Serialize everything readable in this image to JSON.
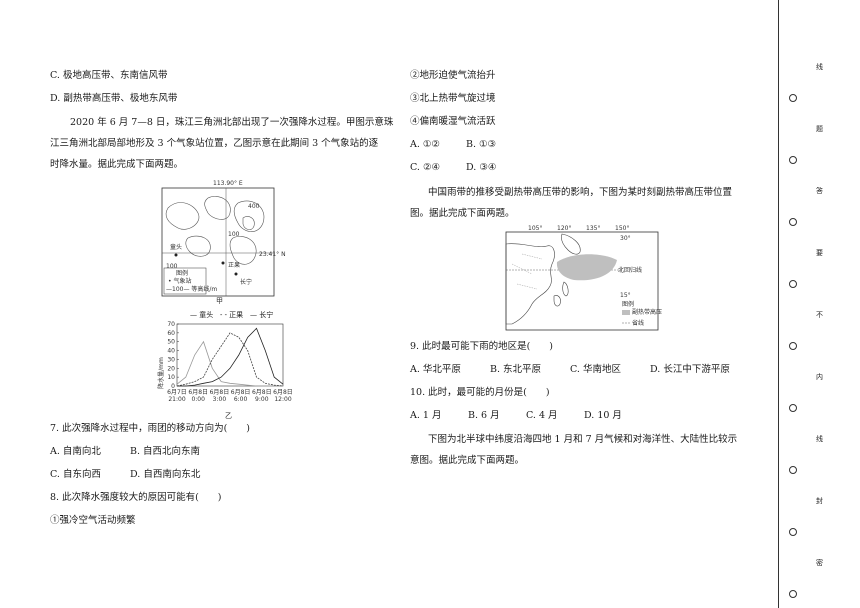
{
  "left": {
    "opt_c": "C. 极地高压带、东南信风带",
    "opt_d": "D. 副热带高压带、极地东风带",
    "intro_l1": "2020 年 6 月 7—8 日，珠江三角洲北部出现了一次强降水过程。甲图示意珠",
    "intro_l2": "江三角洲北部局部地形及 3 个气象站位置，乙图示意在此期间 3 个气象站的逐",
    "intro_l3": "时降水量。据此完成下面两题。",
    "map_jia": {
      "lon_label": "113.90° E",
      "lat_label": "23.41° N",
      "station1": "童头",
      "station2": "正果",
      "station3": "长宁",
      "contour1": "100",
      "contour2": "100",
      "contour3": "400",
      "legend_title": "图例",
      "legend_station": "• 气象站",
      "legend_contour": "—100— 等高线/m",
      "caption": "甲"
    },
    "chart_yi": {
      "legend1": "— 童头",
      "legend2": "- - 正果",
      "legend3": "— 长宁",
      "caption": "乙"
    },
    "q7": "7. 此次强降水过程中，雨团的移动方向为(　　)",
    "q7_a": "A. 自南向北",
    "q7_b": "B. 自西北向东南",
    "q7_c": "C. 自东向西",
    "q7_d": "D. 自西南向东北",
    "q8": "8. 此次降水强度较大的原因可能有(　　)",
    "q8_1": "①强冷空气活动频繁"
  },
  "right": {
    "q8_2": "②地形迫使气流抬升",
    "q8_3": "③北上热带气旋过境",
    "q8_4": "④偏南暖湿气流活跃",
    "q8_a": "A. ①②",
    "q8_b": "B. ①③",
    "q8_c": "C. ②④",
    "q8_d": "D. ③④",
    "intro_l1": "中国雨带的推移受副热带高压带的影响，下图为某时刻副热带高压带位置",
    "intro_l2": "图。据此完成下面两题。",
    "map": {
      "lon1": "105°",
      "lon2": "120°",
      "lon3": "135°",
      "lon4": "150°",
      "lat30": "30°",
      "lat15": "15°",
      "tropic": "北回归线",
      "legend_title": "图例",
      "legend_high": "副热带高压带",
      "legend_border": "省线"
    },
    "q9": "9. 此时最可能下雨的地区是(　　)",
    "q9_a": "A. 华北平原",
    "q9_b": "B. 东北平原",
    "q9_c": "C. 华南地区",
    "q9_d": "D. 长江中下游平原",
    "q10": "10. 此时，最可能的月份是(　　)",
    "q10_a": "A. 1 月",
    "q10_b": "B. 6 月",
    "q10_c": "C. 4 月",
    "q10_d": "D. 10 月",
    "intro2_l1": "下图为北半球中纬度沿海四地 1 月和 7 月气候和对海洋性、大陆性比较示",
    "intro2_l2": "意图。据此完成下面两题。"
  },
  "binding": {
    "chars": [
      "线",
      "题",
      "答",
      "要",
      "不",
      "内",
      "线",
      "封",
      "密"
    ]
  },
  "chart_data": {
    "type": "line",
    "title": "",
    "xlabel": "",
    "ylabel": "降水量/mm",
    "categories": [
      "6月7日 21:00",
      "6月8日 0:00",
      "6月8日 3:00",
      "6月8日 6:00",
      "6月8日 9:00",
      "6月8日 12:00"
    ],
    "ylim": [
      0,
      70
    ],
    "yticks": [
      0,
      10,
      20,
      30,
      40,
      50,
      60,
      70
    ],
    "series": [
      {
        "name": "童头",
        "values": [
          2,
          10,
          35,
          50,
          20,
          5,
          3,
          2,
          1,
          0,
          0,
          0,
          0
        ]
      },
      {
        "name": "正果",
        "values": [
          0,
          2,
          5,
          10,
          30,
          45,
          60,
          55,
          40,
          10,
          3,
          1,
          0
        ]
      },
      {
        "name": "长宁",
        "values": [
          0,
          0,
          1,
          3,
          5,
          10,
          20,
          35,
          55,
          65,
          40,
          10,
          2
        ]
      }
    ],
    "x_steps": 13
  }
}
